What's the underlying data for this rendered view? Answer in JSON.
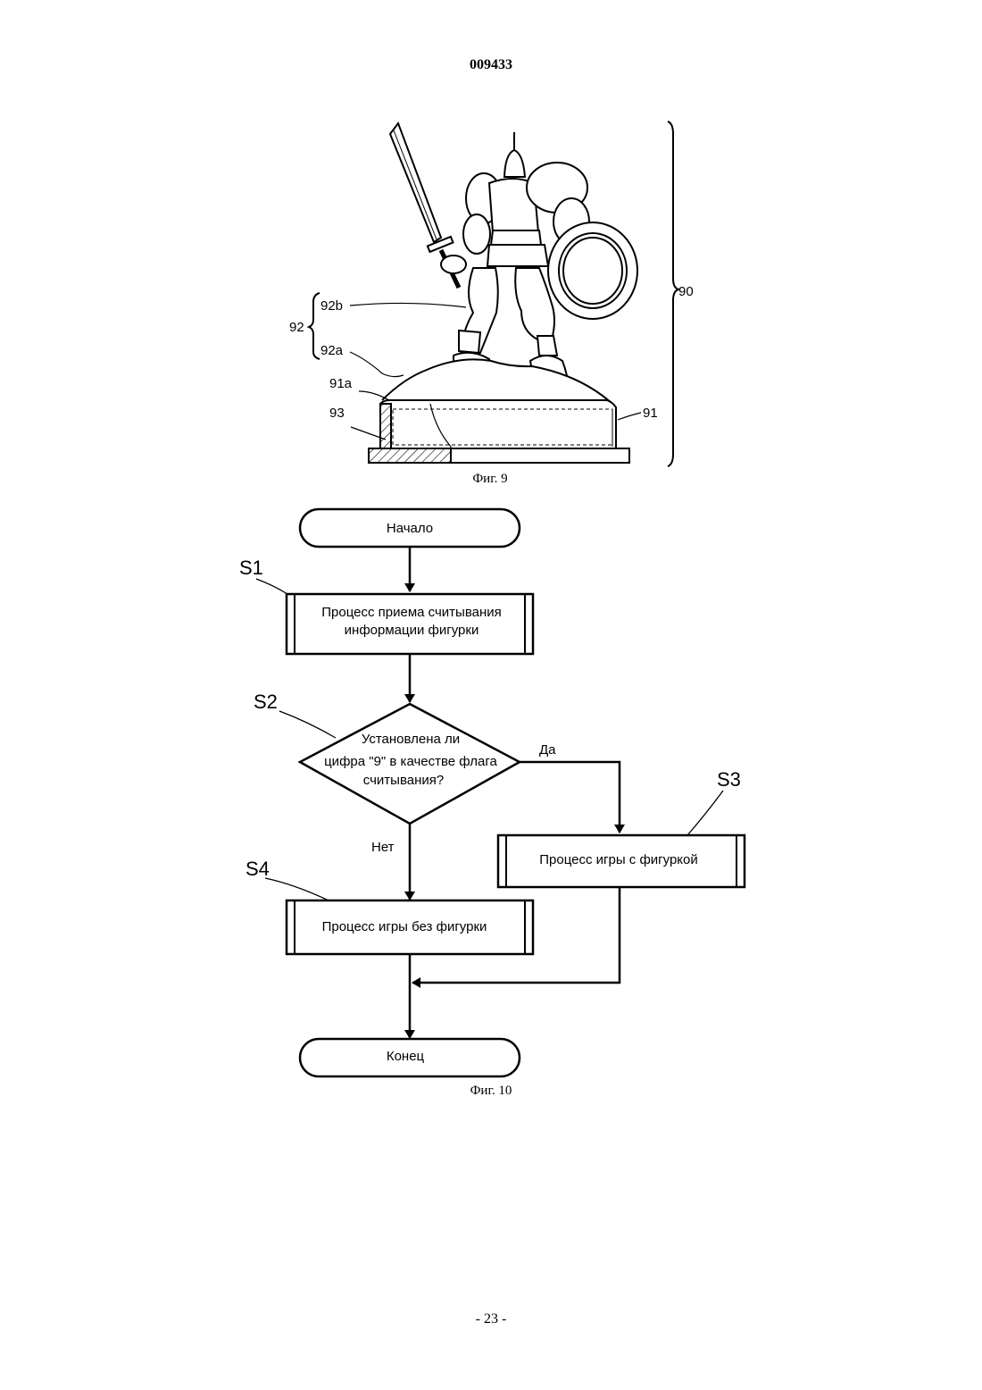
{
  "document": {
    "header": "009433",
    "page_number": "- 23 -"
  },
  "figure9": {
    "caption": "Фиг. 9",
    "labels": {
      "l90": "90",
      "l91": "91",
      "l91a": "91a",
      "l92": "92",
      "l92a": "92a",
      "l92b": "92b",
      "l93": "93"
    }
  },
  "figure10": {
    "caption": "Фиг. 10",
    "start": "Начало",
    "end": "Конец",
    "s1": {
      "id": "S1",
      "line1": "Процесс приема считывания",
      "line2": "информации фигурки"
    },
    "s2": {
      "id": "S2",
      "line1": "Установлена ли",
      "line2": "цифра \"9\" в качестве флага",
      "line3": "считывания?"
    },
    "s3": {
      "id": "S3",
      "text": "Процесс игры с фигуркой"
    },
    "s4": {
      "id": "S4",
      "text": "Процесс игры без фигурки"
    },
    "yes": "Да",
    "no": "Нет"
  }
}
